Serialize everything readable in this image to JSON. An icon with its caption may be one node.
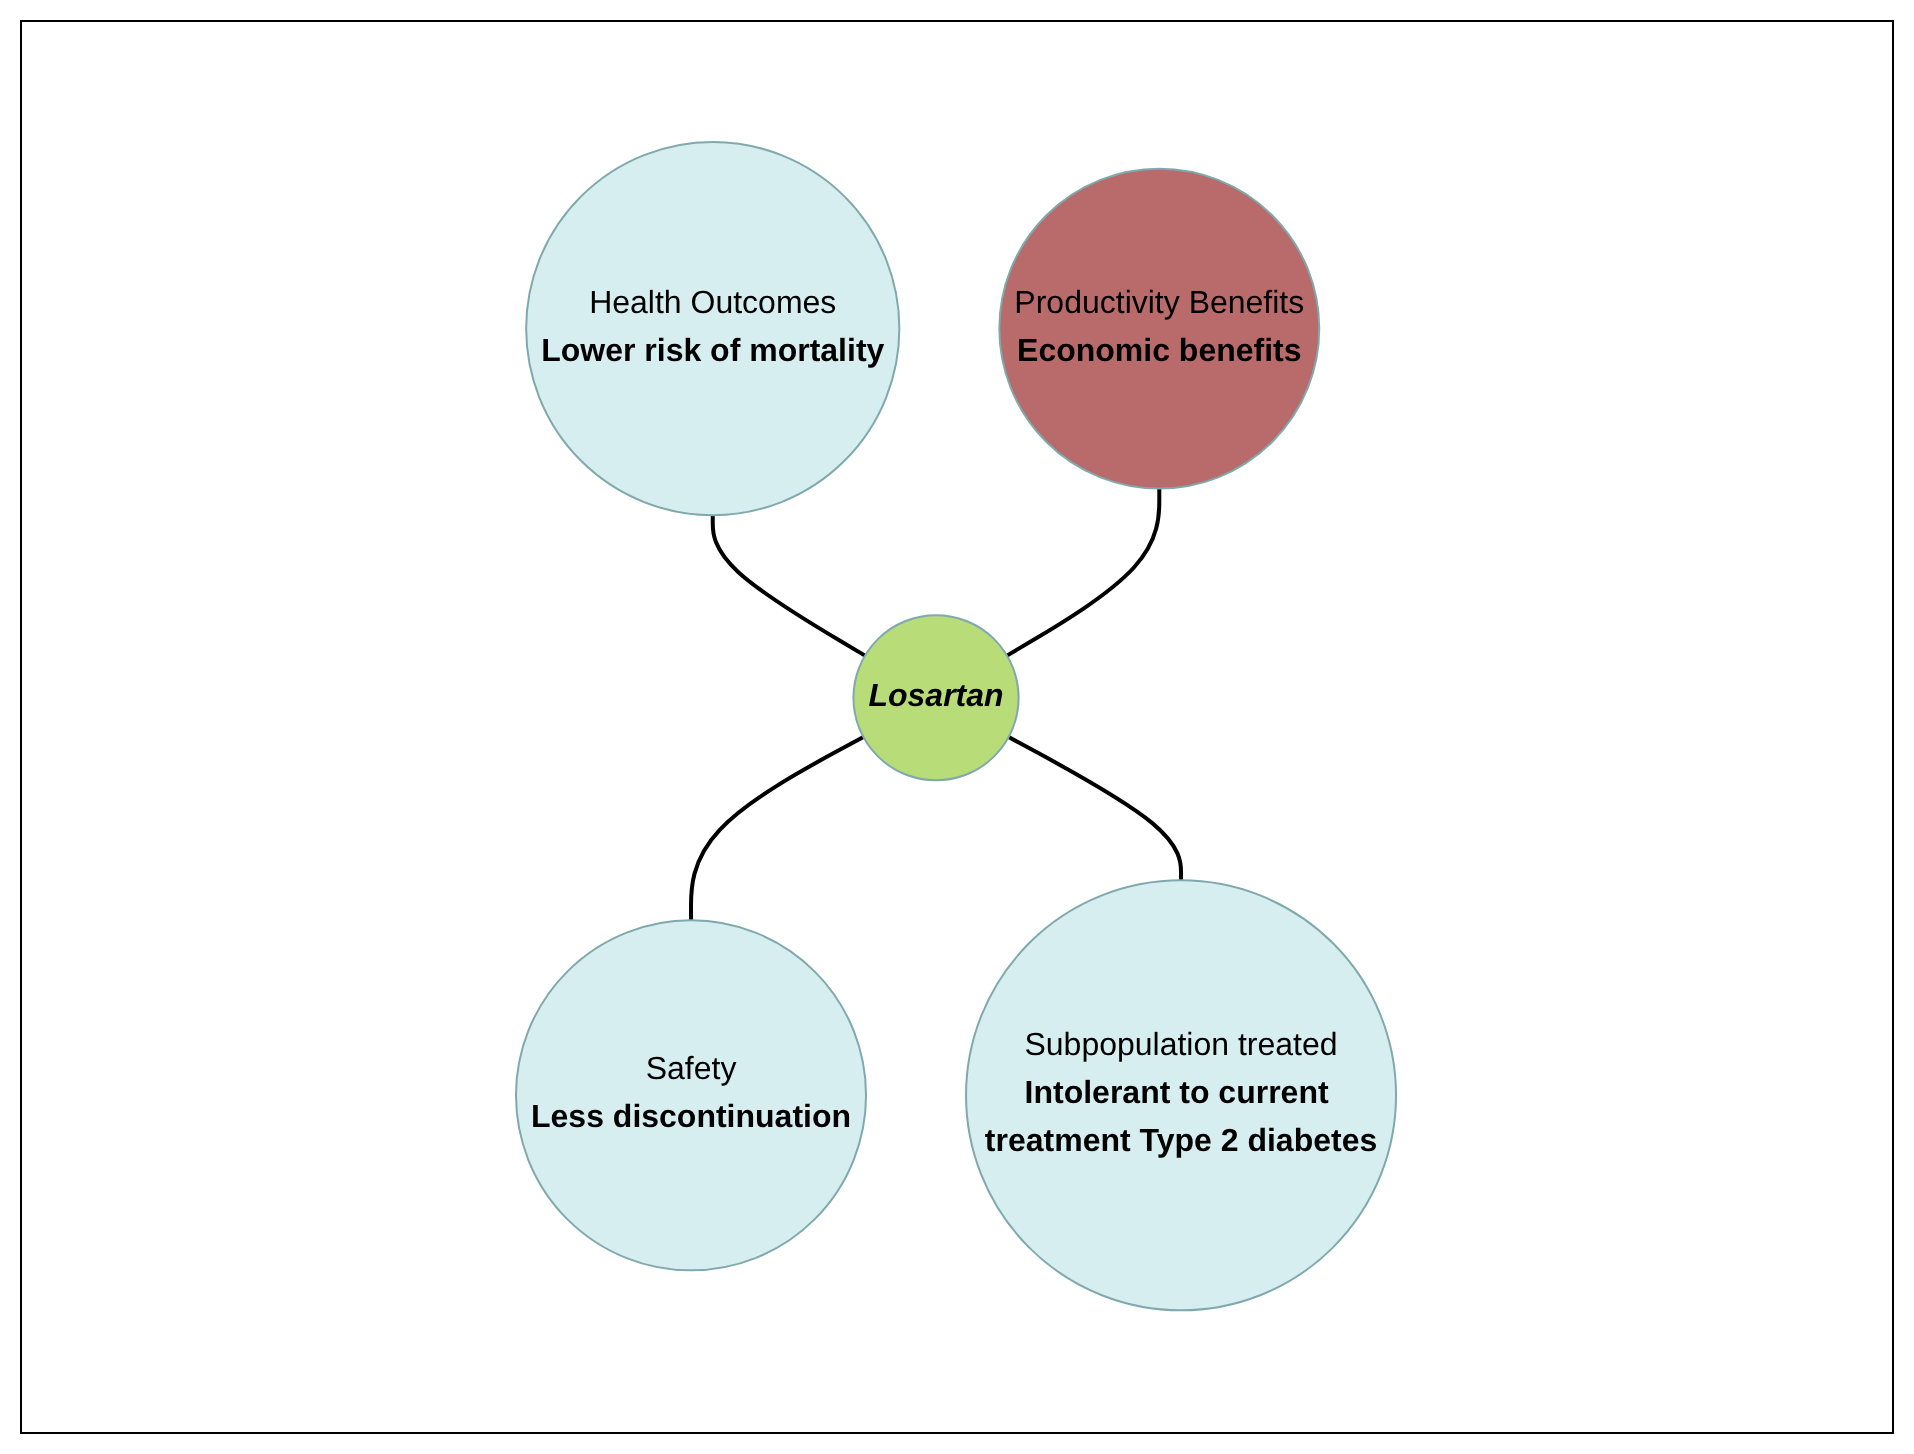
{
  "diagram": {
    "nodes": [
      {
        "text": [
          "Health Outcomes",
          "Lower risk of mortality"
        ]
      },
      {
        "text": [
          "Productivity Benefits",
          "Economic benefits"
        ]
      },
      {
        "text": [
          "Losartan"
        ]
      },
      {
        "text": [
          "Safety",
          "Less discontinuation"
        ]
      },
      {
        "text": [
          "Subpopulation treated",
          "Intolerant to current treatment Type 2 diabetes"
        ]
      }
    ],
    "edges": [
      {
        "from": 0,
        "to": 2,
        "arrow": "none"
      },
      {
        "from": 1,
        "to": 2,
        "arrow": "none"
      },
      {
        "from": 2,
        "to": 3,
        "arrow": "none"
      },
      {
        "from": 2,
        "to": 4,
        "arrow": "none"
      }
    ]
  }
}
